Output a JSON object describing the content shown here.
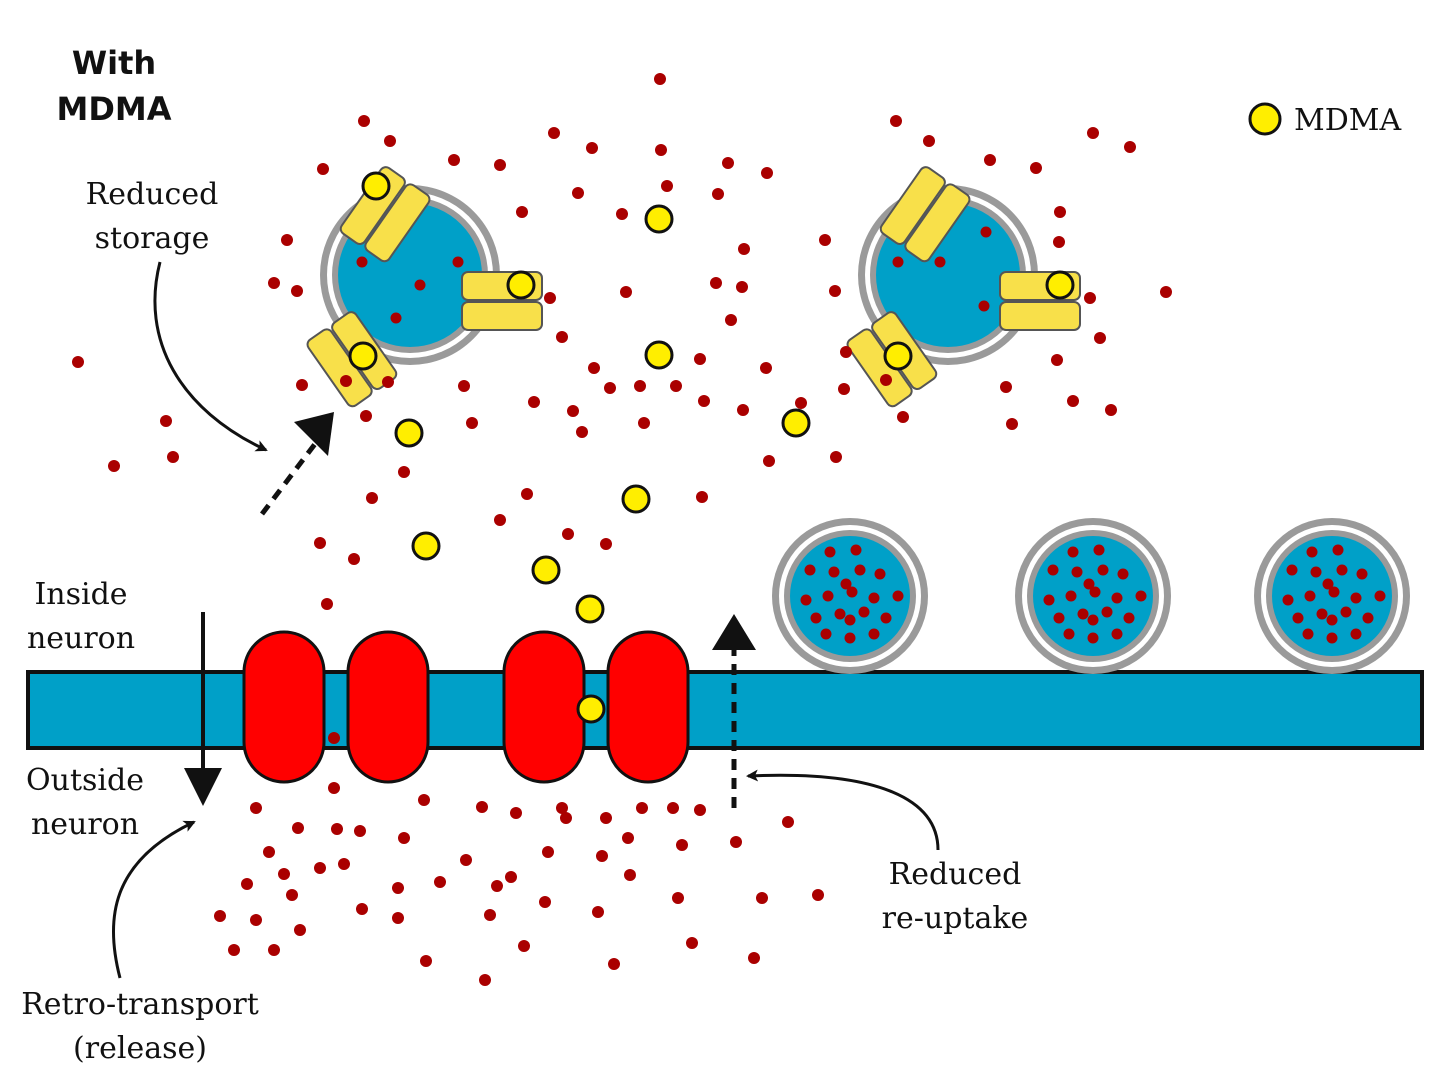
{
  "title": {
    "line1": "With",
    "line2": "MDMA"
  },
  "legend": {
    "label": "MDMA",
    "marker_color": "#ffee00"
  },
  "labels": {
    "reduced_storage": [
      "Reduced",
      "storage"
    ],
    "inside_neuron": [
      "Inside",
      "neuron"
    ],
    "outside_neuron": [
      "Outside",
      "neuron"
    ],
    "retro_transport": [
      "Retro-transport",
      "(release)"
    ],
    "reduced_reuptake": [
      "Reduced",
      "re-uptake"
    ]
  },
  "colors": {
    "membrane": "#00a0c8",
    "vesicle": "#00a0c8",
    "vesicle_ring": "#9a9a9a",
    "transporter": "#ff0000",
    "vmat": "#f8e04a",
    "molecule": "#aa0000",
    "mdma": "#ffee00",
    "outline": "#111111"
  },
  "icons": {
    "vesicle": "vesicle-icon",
    "transporter": "transporter-icon",
    "mdma": "mdma-molecule-icon",
    "serotonin": "serotonin-dot-icon"
  }
}
